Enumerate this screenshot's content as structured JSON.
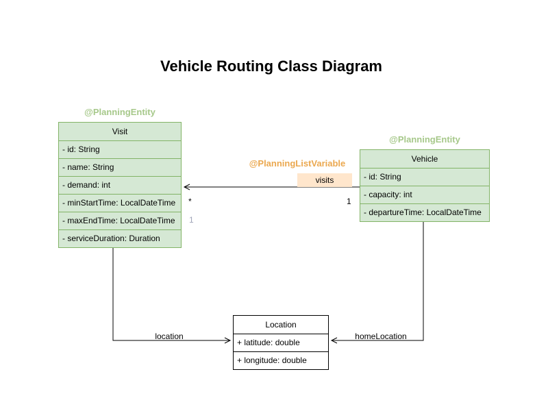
{
  "title": "Vehicle Routing Class Diagram",
  "classes": {
    "visit": {
      "stereotype": "@PlanningEntity",
      "name": "Visit",
      "fields": [
        "- id: String",
        "- name: String",
        "- demand: int",
        "- minStartTime: LocalDateTime",
        "- maxEndTime: LocalDateTime",
        "- serviceDuration: Duration"
      ]
    },
    "vehicle": {
      "stereotype": "@PlanningEntity",
      "name": "Vehicle",
      "fields": [
        "- id: String",
        "- capacity: int",
        "- departureTime: LocalDateTime"
      ]
    },
    "location": {
      "name": "Location",
      "fields": [
        "+ latitude: double",
        "+ longitude: double"
      ]
    }
  },
  "edges": {
    "visits": {
      "annotation": "@PlanningListVariable",
      "label": "visits",
      "multiplicity_visit_end": "*",
      "multiplicity_vehicle_end": "1",
      "multiplicity_extra": "1"
    },
    "location": {
      "label": "location"
    },
    "home_location": {
      "label": "homeLocation"
    }
  },
  "colors": {
    "entity_fill": "#d5e8d4",
    "entity_border": "#82b366",
    "stereotype_text": "#a6c88a",
    "annotation_text": "#eba84f",
    "annotation_label_bg": "#ffe6cc",
    "plain_fill": "#ffffff",
    "plain_border": "#000000"
  }
}
